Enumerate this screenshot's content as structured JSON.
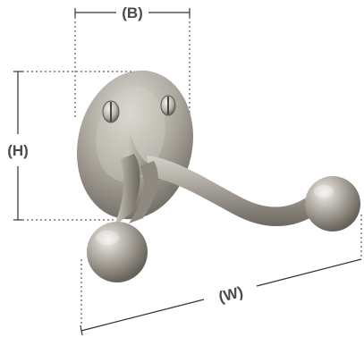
{
  "dimensions": {
    "base": "(B)",
    "height": "(H)",
    "width": "(W)"
  },
  "product": {
    "icon": "double-robe-hook-icon",
    "finish_color": "#a9a59b",
    "finish_highlight": "#d9d6cf",
    "finish_shadow": "#6f6b63"
  },
  "colors": {
    "dimension_line": "#333333",
    "label_text": "#4a4a4a"
  }
}
